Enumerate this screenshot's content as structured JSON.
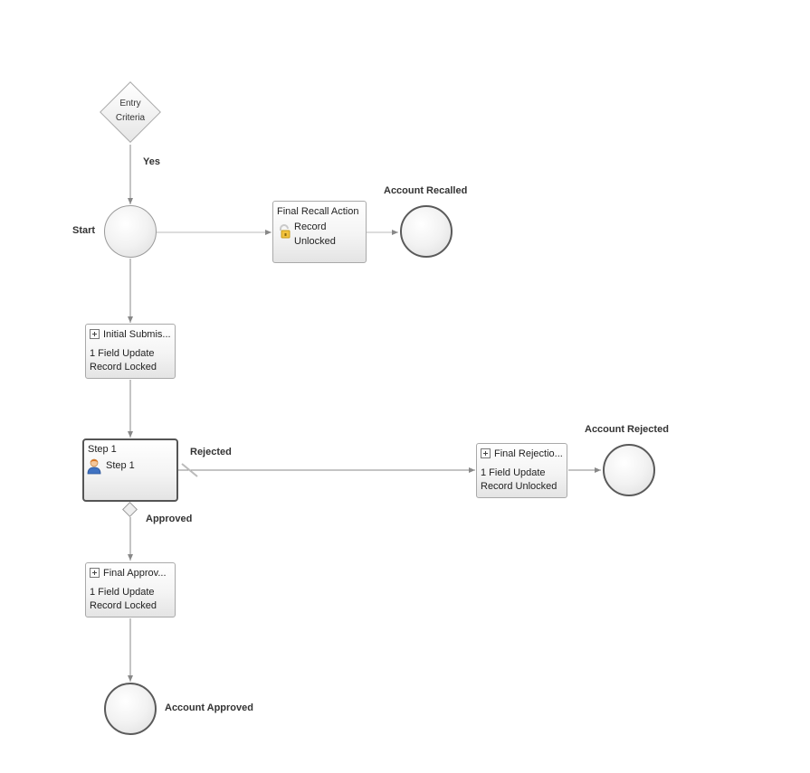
{
  "entry": {
    "line1": "Entry",
    "line2": "Criteria"
  },
  "labels": {
    "yes": "Yes",
    "start": "Start",
    "account_recalled": "Account Recalled",
    "rejected": "Rejected",
    "account_rejected": "Account Rejected",
    "approved": "Approved",
    "account_approved": "Account Approved"
  },
  "recall_action": {
    "title": "Final Recall Action",
    "line1": "Record",
    "line2": "Unlocked"
  },
  "initial_submission": {
    "title": "Initial Submis...",
    "line1": "1 Field Update",
    "line2": "Record Locked"
  },
  "step1": {
    "title": "Step 1",
    "label": "Step 1"
  },
  "final_rejection": {
    "title": "Final Rejectio...",
    "line1": "1 Field Update",
    "line2": "Record Unlocked"
  },
  "final_approval": {
    "title": "Final Approv...",
    "line1": "1 Field Update",
    "line2": "Record Locked"
  },
  "colors": {
    "connector": "#888888",
    "end_border": "#5a5a5a",
    "box_border": "#a9a9a9"
  },
  "icons": {
    "recall": "lock-open-icon",
    "step_approver": "user-icon",
    "action_expand": "plus-box-icon"
  }
}
